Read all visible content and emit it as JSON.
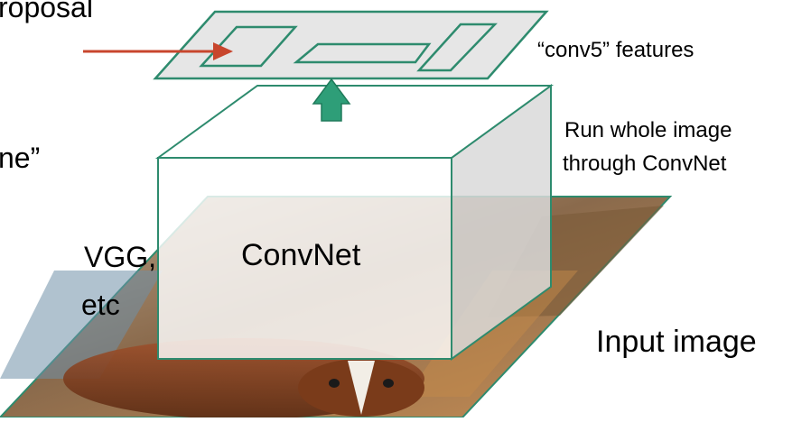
{
  "diagram": {
    "feature_map_label": "“conv5” features",
    "run_note_line1": "Run whole image",
    "run_note_line2": "through ConvNet",
    "convnet_label": "ConvNet",
    "input_label": "Input image",
    "cut_text": {
      "top": "roposal",
      "mid": "ne”",
      "vgg": "VGG,",
      "etc": "etc"
    },
    "colors": {
      "box_stroke": "#2e8b6e",
      "arrow_fill": "#2e9e78",
      "red_arrow": "#c8462d",
      "panel_fill": "#e6e6e6",
      "box_side": "#d9d9d9"
    },
    "icons": {
      "up_arrow": "up-arrow-icon",
      "right_arrow": "right-arrow-icon"
    }
  }
}
